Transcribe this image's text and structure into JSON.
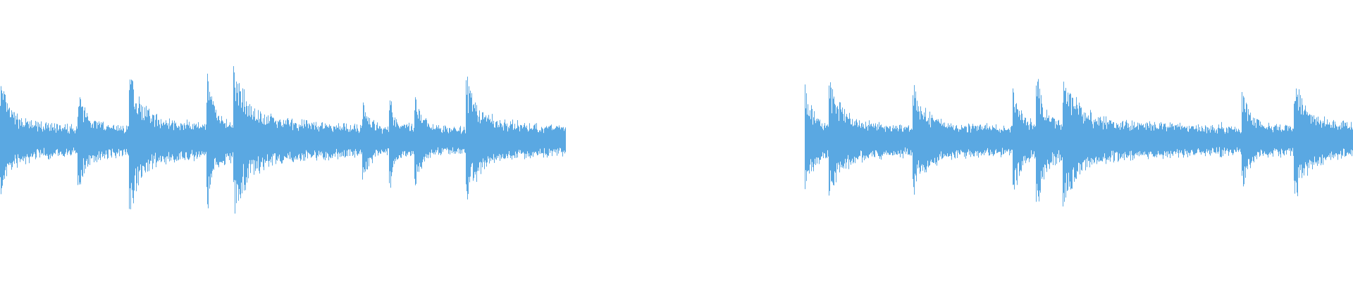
{
  "waveform": {
    "color": "#5aa8e2",
    "background": "#ffffff",
    "regions": [
      {
        "name": "region-1",
        "onsets": [
          {
            "t": 0.0,
            "amp": 0.8,
            "decay": 0.03
          },
          {
            "t": 0.058,
            "amp": 0.6,
            "decay": 0.03
          },
          {
            "t": 0.096,
            "amp": 1.0,
            "decay": 0.035
          },
          {
            "t": 0.153,
            "amp": 0.9,
            "decay": 0.02
          },
          {
            "t": 0.173,
            "amp": 1.0,
            "decay": 0.045
          },
          {
            "t": 0.268,
            "amp": 0.5,
            "decay": 0.02
          },
          {
            "t": 0.288,
            "amp": 0.6,
            "decay": 0.015
          },
          {
            "t": 0.307,
            "amp": 0.55,
            "decay": 0.02
          },
          {
            "t": 0.345,
            "amp": 0.8,
            "decay": 0.04
          }
        ],
        "end": 0.418
      },
      {
        "name": "region-2",
        "onsets": [
          {
            "t": 0.595,
            "amp": 0.75,
            "decay": 0.02
          },
          {
            "t": 0.613,
            "amp": 0.8,
            "decay": 0.035
          },
          {
            "t": 0.675,
            "amp": 0.7,
            "decay": 0.04
          },
          {
            "t": 0.749,
            "amp": 0.75,
            "decay": 0.02
          },
          {
            "t": 0.766,
            "amp": 1.0,
            "decay": 0.02
          },
          {
            "t": 0.786,
            "amp": 0.95,
            "decay": 0.045
          },
          {
            "t": 0.902,
            "amp": 0.15,
            "decay": 0.01
          },
          {
            "t": 0.918,
            "amp": 0.7,
            "decay": 0.02
          },
          {
            "t": 0.957,
            "amp": 0.8,
            "decay": 0.04
          }
        ],
        "end": 1.0
      }
    ]
  }
}
